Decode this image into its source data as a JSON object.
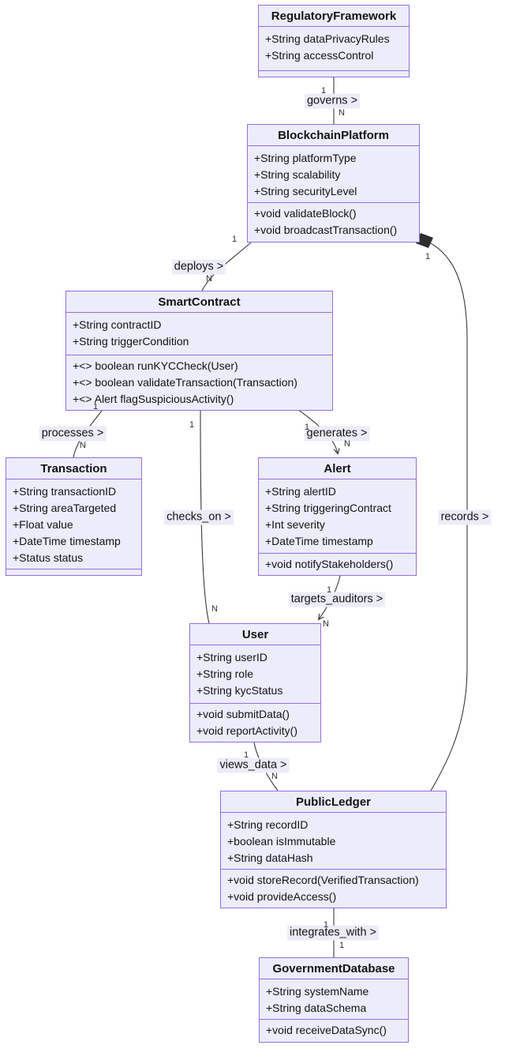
{
  "diagram": {
    "classes": [
      {
        "id": "regulatory_framework",
        "title": "RegulatoryFramework",
        "attributes": [
          "+String dataPrivacyRules",
          "+String accessControl"
        ],
        "methods": []
      },
      {
        "id": "blockchain_platform",
        "title": "BlockchainPlatform",
        "attributes": [
          "+String platformType",
          "+String scalability",
          "+String securityLevel"
        ],
        "methods": [
          "+void validateBlock()",
          "+void broadcastTransaction()"
        ]
      },
      {
        "id": "smart_contract",
        "title": "SmartContract",
        "attributes": [
          "+String contractID",
          "+String triggerCondition"
        ],
        "methods": [
          "+<> boolean runKYCCheck(User)",
          "+<> boolean validateTransaction(Transaction)",
          "+<> Alert flagSuspiciousActivity()"
        ]
      },
      {
        "id": "transaction",
        "title": "Transaction",
        "attributes": [
          "+String transactionID",
          "+String areaTargeted",
          "+Float value",
          "+DateTime timestamp",
          "+Status status"
        ],
        "methods": []
      },
      {
        "id": "alert",
        "title": "Alert",
        "attributes": [
          "+String alertID",
          "+String triggeringContract",
          "+Int severity",
          "+DateTime timestamp"
        ],
        "methods": [
          "+void notifyStakeholders()"
        ]
      },
      {
        "id": "user",
        "title": "User",
        "attributes": [
          "+String userID",
          "+String role",
          "+String kycStatus"
        ],
        "methods": [
          "+void submitData()",
          "+void reportActivity()"
        ]
      },
      {
        "id": "public_ledger",
        "title": "PublicLedger",
        "attributes": [
          "+String recordID",
          "+boolean isImmutable",
          "+String dataHash"
        ],
        "methods": [
          "+void storeRecord(VerifiedTransaction)",
          "+void provideAccess()"
        ]
      },
      {
        "id": "government_database",
        "title": "GovernmentDatabase",
        "attributes": [
          "+String systemName",
          "+String dataSchema"
        ],
        "methods": [
          "+void receiveDataSync()"
        ]
      }
    ],
    "relationships": [
      {
        "id": "governs",
        "label": "governs >",
        "from_mult": "1",
        "to_mult": "N"
      },
      {
        "id": "deploys",
        "label": "deploys >",
        "from_mult": "1",
        "to_mult": "N"
      },
      {
        "id": "processes",
        "label": "processes >",
        "from_mult": "1",
        "to_mult": "N"
      },
      {
        "id": "generates",
        "label": "generates >",
        "from_mult": "1",
        "to_mult": "N"
      },
      {
        "id": "checks_on",
        "label": "checks_on >",
        "from_mult": "1",
        "to_mult": "N"
      },
      {
        "id": "targets_auditors",
        "label": "targets_auditors >",
        "from_mult": "1",
        "to_mult": "N"
      },
      {
        "id": "views_data",
        "label": "views_data >",
        "from_mult": "1",
        "to_mult": "N"
      },
      {
        "id": "records",
        "label": "records >",
        "from_mult": "1",
        "to_mult": ""
      },
      {
        "id": "integrates_with",
        "label": "integrates_with >",
        "from_mult": "1",
        "to_mult": "1"
      }
    ],
    "colors": {
      "node_fill": "#ececfb",
      "node_border": "#9370db",
      "line": "#383838",
      "label_bg": "#ececf9",
      "text": "#131313"
    }
  }
}
